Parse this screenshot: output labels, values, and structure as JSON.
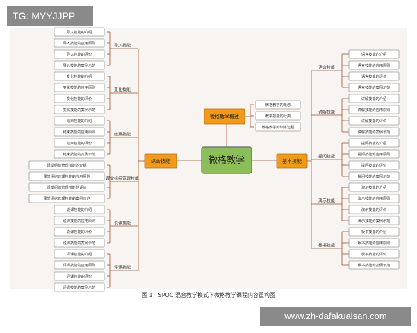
{
  "watermark_top": "TG: MYYJJPP",
  "watermark_bottom": "www.zh-dafakuaisan.com",
  "caption": "图 1　SPOC 混合教学模式下微格教学课程内容重构图",
  "colors": {
    "central": "#8cbe5a",
    "main": "#f29a1b",
    "line": "#a0532e",
    "box_border": "#9c9c9c"
  },
  "central": "微格教学",
  "top_branch": {
    "label": "微格教学概述",
    "items": [
      "微格教学的概念",
      "教学技能的分类",
      "微格教学的训练过程"
    ]
  },
  "left_branch": {
    "label": "综合技能",
    "groups": [
      {
        "label": "导入技能",
        "items": [
          "导入技能的介绍",
          "导入技能的应用原则",
          "导入技能的评价",
          "导入技能的案例示范"
        ]
      },
      {
        "label": "变化技能",
        "items": [
          "变化技能的介绍",
          "变化技能的应用原则",
          "变化技能的评价",
          "变化技能的案例示范"
        ]
      },
      {
        "label": "结束技能",
        "items": [
          "结束技能的介绍",
          "结束技能的应用原则",
          "结束技能的评价",
          "结束技能的案例示范"
        ]
      },
      {
        "label": "课堂组织管理技能",
        "items": [
          "课堂组织管理技能的介绍",
          "课堂组织管理技能的应用原则",
          "课堂组织管理技能的评价",
          "课堂组织管理技能的案例示范"
        ]
      },
      {
        "label": "说课技能",
        "items": [
          "说课技能的介绍",
          "说课技能的应用原则",
          "说课技能的评价",
          "说课技能的案例示范"
        ]
      },
      {
        "label": "评课技能",
        "items": [
          "评课技能的介绍",
          "评课技能的应用原则",
          "评课技能的评价",
          "评课技能的案例示范"
        ]
      }
    ]
  },
  "right_branch": {
    "label": "基本技能",
    "groups": [
      {
        "label": "语言技能",
        "items": [
          "语言技能的介绍",
          "语言技能的应用原则",
          "语言技能的评价",
          "语言技能的案例示范"
        ]
      },
      {
        "label": "讲解技能",
        "items": [
          "讲解技能的介绍",
          "讲解技能的应用原则",
          "讲解技能的评价",
          "讲解技能的案例示范"
        ]
      },
      {
        "label": "提问技能",
        "items": [
          "提问技能的介绍",
          "提问技能的应用原则",
          "提问技能的评价",
          "提问技能的案例示范"
        ]
      },
      {
        "label": "演示技能",
        "items": [
          "演示技能的介绍",
          "演示技能的应用原则",
          "演示技能的评价",
          "演示技能的案例示范"
        ]
      },
      {
        "label": "板书技能",
        "items": [
          "板书技能的介绍",
          "板书技能的应用原则",
          "板书技能的评价",
          "板书技能的案例示范"
        ]
      }
    ]
  }
}
